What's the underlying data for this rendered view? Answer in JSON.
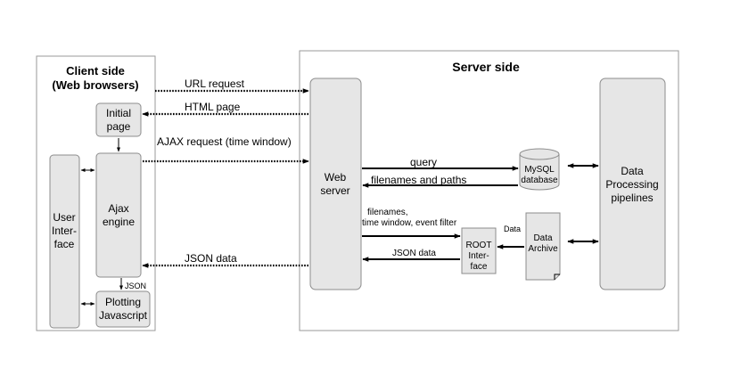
{
  "client": {
    "title_line1": "Client side",
    "title_line2": "(Web browsers)",
    "initial_page": [
      "Initial",
      "page"
    ],
    "ajax_engine": [
      "Ajax",
      "engine"
    ],
    "user_interface": [
      "User",
      "Inter-",
      "face"
    ],
    "plotting": [
      "Plotting",
      "Javascript"
    ],
    "json_small": "JSON"
  },
  "server": {
    "title": "Server side",
    "web_server": [
      "Web",
      "server"
    ],
    "mysql": [
      "MySQL",
      "database"
    ],
    "root": [
      "ROOT",
      "Inter-",
      "face"
    ],
    "data_archive": [
      "Data",
      "Archive"
    ],
    "pipelines": [
      "Data",
      "Processing",
      "pipelines"
    ]
  },
  "messages": {
    "url_request": "URL request",
    "html_page": "HTML page",
    "ajax_request": "AJAX request (time window)",
    "json_data_client": "JSON data",
    "query": "query",
    "filenames_paths": "filenames  and paths",
    "filter_line1": "filenames,",
    "filter_line2": "time window, event filter",
    "json_data_server": "JSON data",
    "data_small": "Data"
  }
}
